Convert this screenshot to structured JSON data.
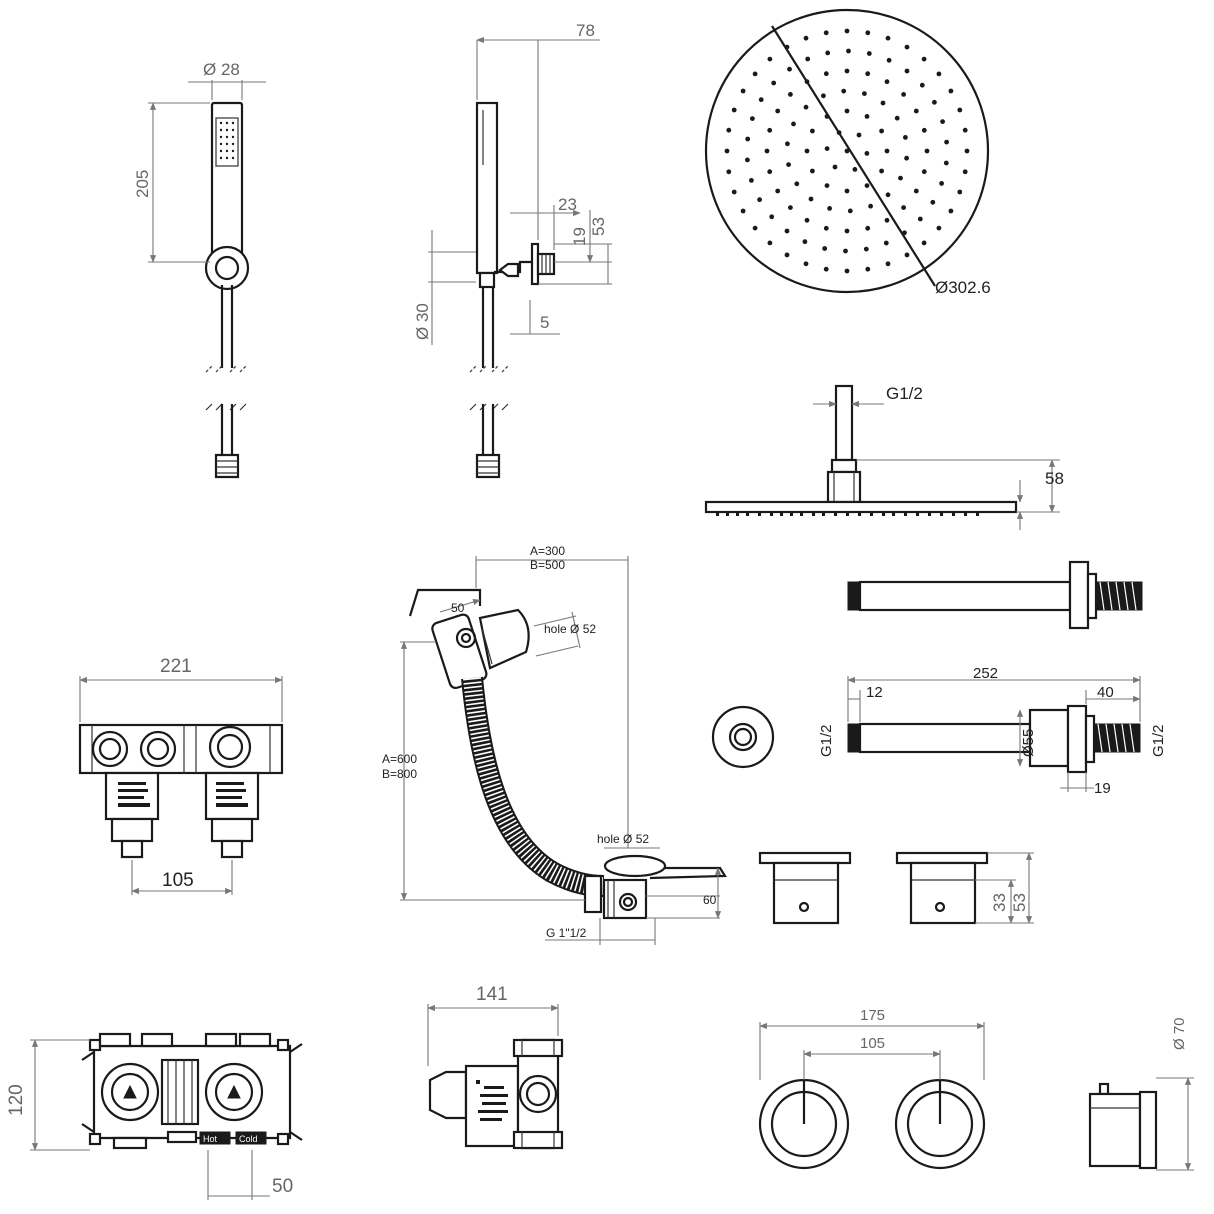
{
  "hand_shower": {
    "front": {
      "diameter_label": "Ø 28",
      "height_label": "205"
    },
    "side": {
      "depth_label": "78",
      "offset_label": "23",
      "height_small": "19",
      "height_total": "53",
      "diameter_label": "Ø 30",
      "gap_label": "5"
    }
  },
  "rain_head": {
    "diameter_label": "Ø302.6",
    "thread_label": "G1/2",
    "height_label": "58"
  },
  "shower_arm": {
    "length_label": "252",
    "left_label": "12",
    "right_label": "40",
    "diameter_label": "Ø55",
    "thread_left": "G1/2",
    "thread_right": "G1/2",
    "depth_label": "19"
  },
  "bath_filler": {
    "reach_a": "A=300",
    "reach_b": "B=500",
    "hole_top": "hole Ø 52",
    "offset_label": "50",
    "height_a": "A=600",
    "height_b": "B=800",
    "hole_bottom": "hole Ø 52",
    "waste_height": "60",
    "thread_label": "G 1\"1/2"
  },
  "valve_body_front": {
    "width_label": "221",
    "centers_label": "105"
  },
  "valve_body_plan": {
    "height_label": "120",
    "depth_label": "50",
    "port_hot": "Hot",
    "port_cold": "Cold"
  },
  "valve_body_side": {
    "width_label": "141"
  },
  "controls": {
    "width_label": "175",
    "centers_label": "105",
    "depth_small": "33",
    "depth_total": "53",
    "diameter_label": "Ø 70"
  }
}
